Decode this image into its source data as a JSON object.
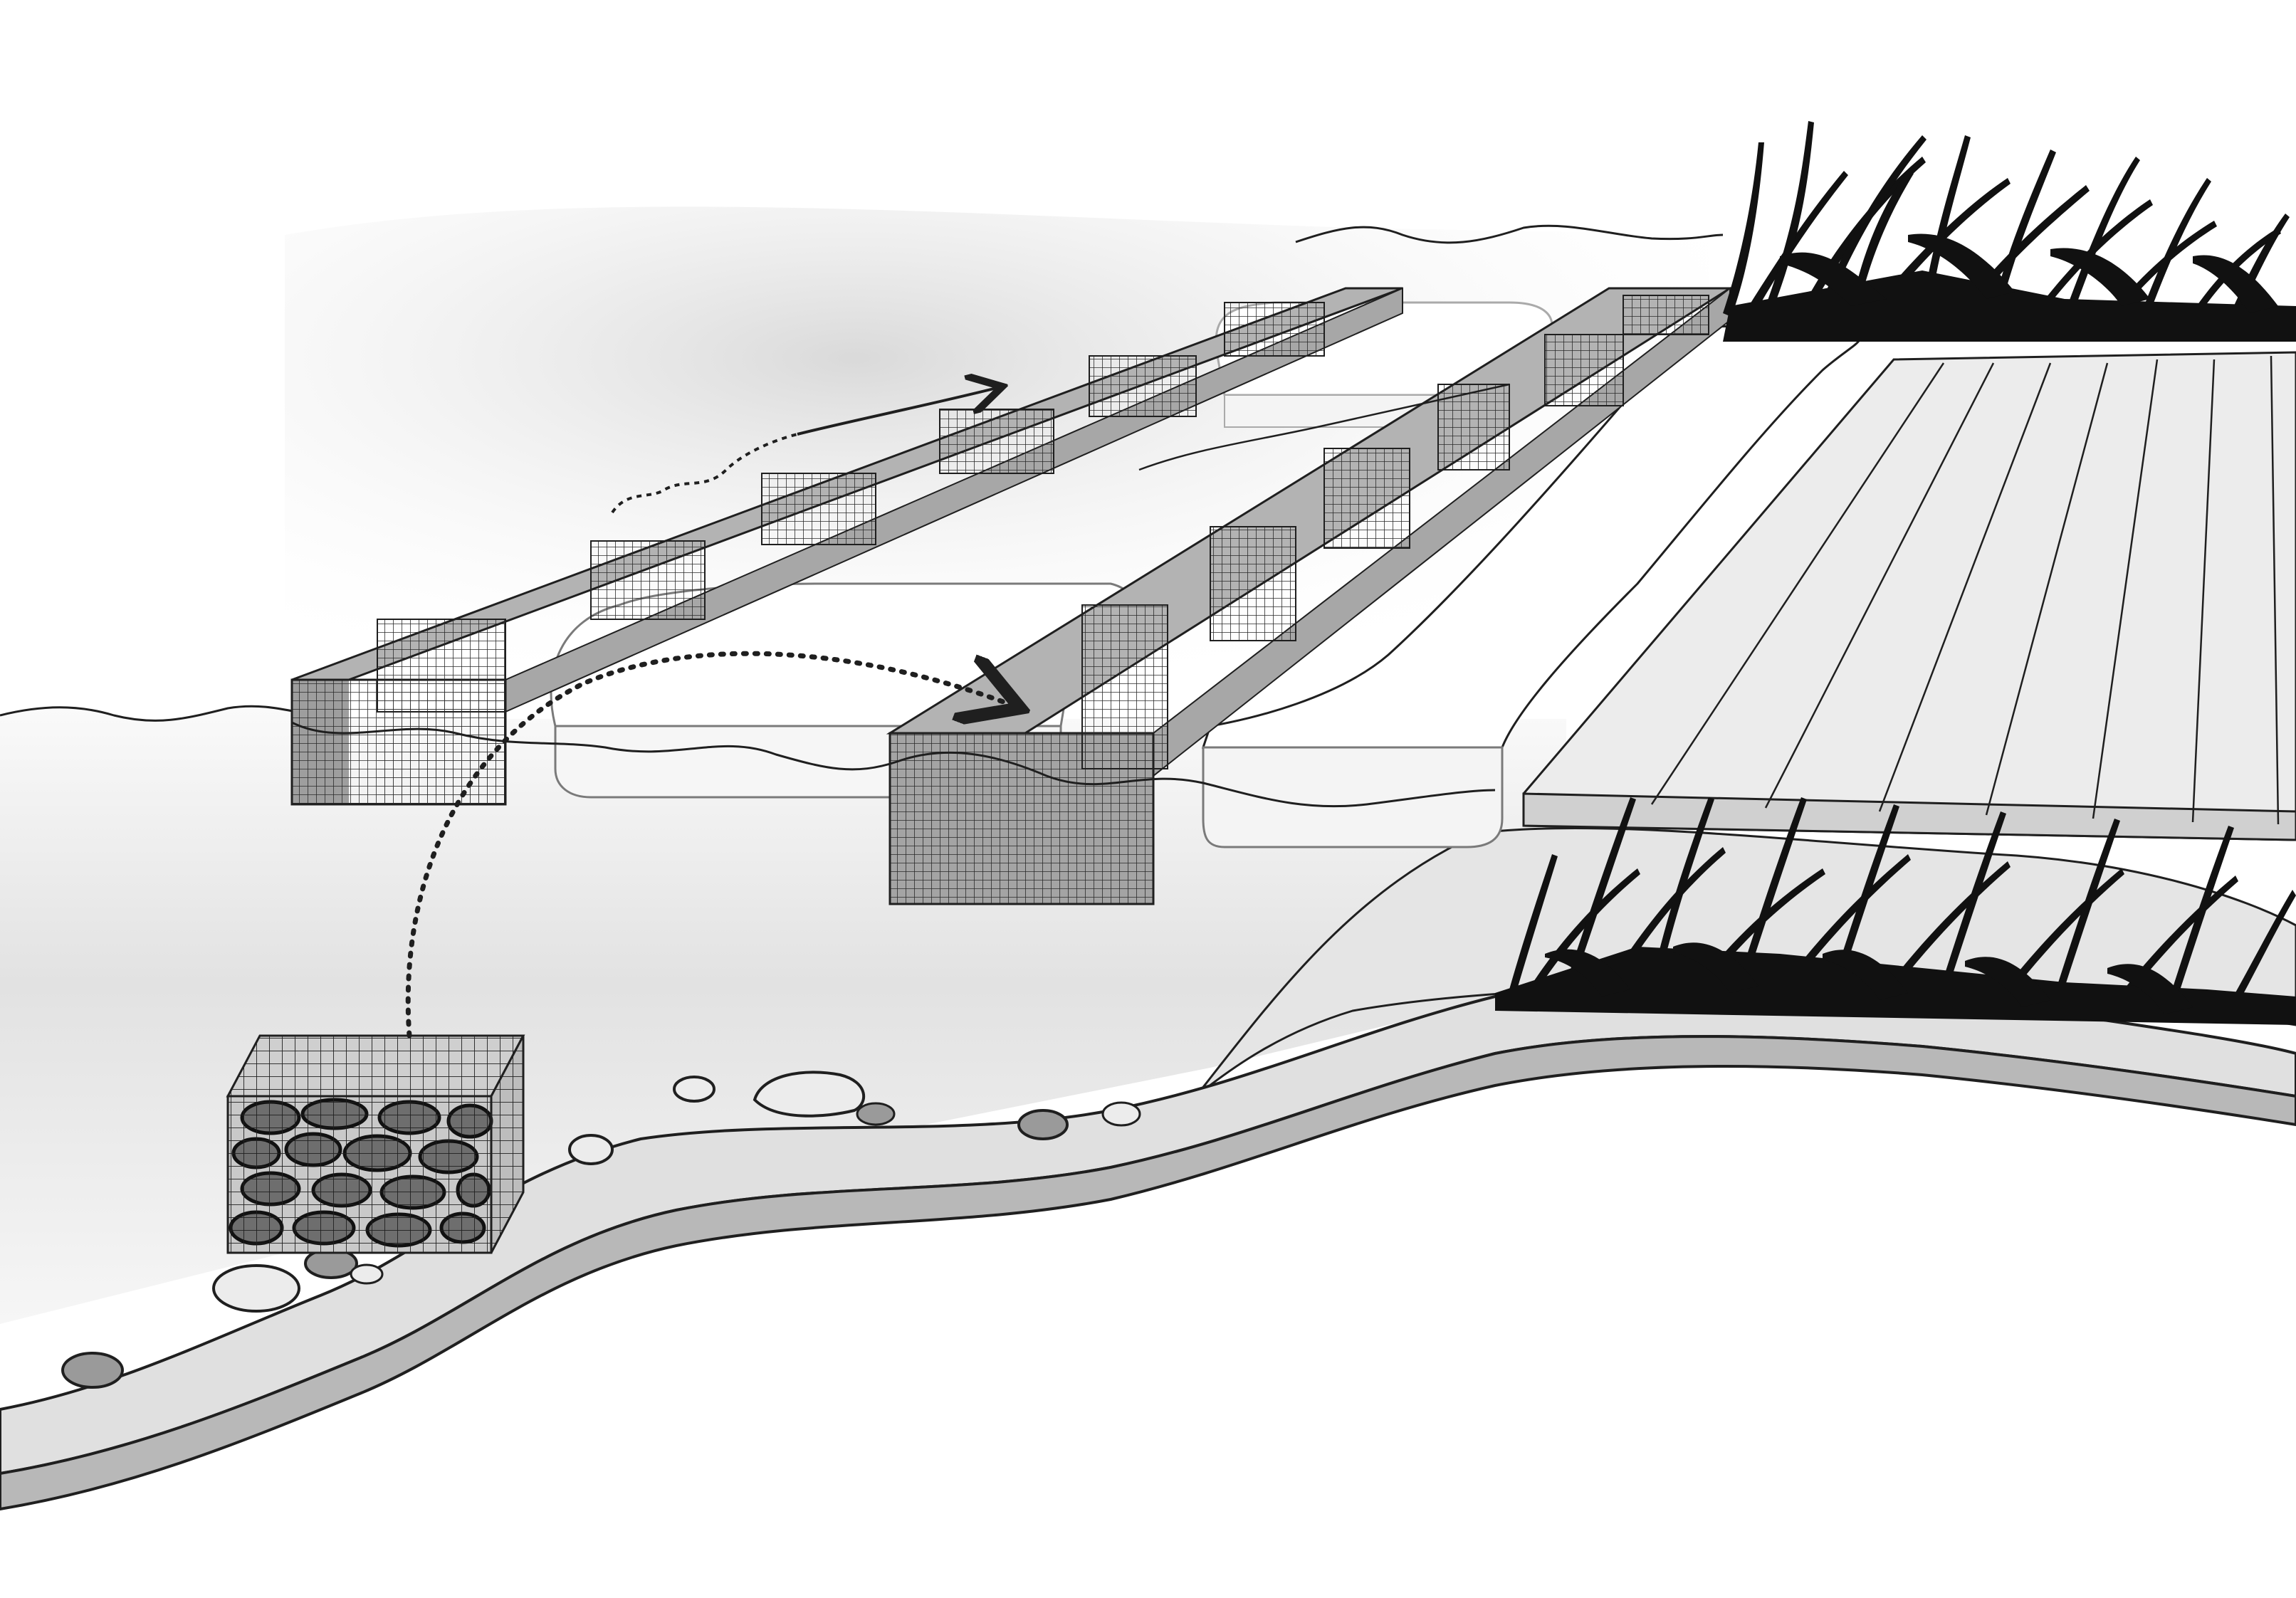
{
  "figure": {
    "kind": "illustration",
    "subject": "gabion-baskets-and-floating-pontoons-near-reed-shore",
    "labels": []
  },
  "colors": {
    "ink": "#1f1f1f",
    "water_light": "#f1f1f1",
    "water_deep": "#d2d2d2",
    "bank_top": "#e3e3e3",
    "bank_side": "#b9b9b9",
    "mesh": "#2a2a2a",
    "mesh_box_fill": "#9b9b9b",
    "stone": "#9a9a9a",
    "float_white": "#ffffff",
    "deck": "#ececec",
    "reeds": "#111111"
  },
  "elements": {
    "gabion_rows": 2,
    "pontoons": 3,
    "stone_gabion_cubes": 1,
    "arrows": 2
  }
}
